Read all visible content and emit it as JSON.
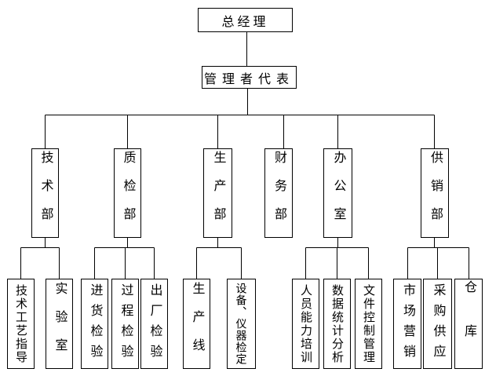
{
  "colors": {
    "line": "#000000",
    "text": "#000000",
    "background": "#ffffff"
  },
  "root": {
    "label": "总经理"
  },
  "representative": {
    "label": "管理者代表"
  },
  "departments": [
    {
      "label": "技术部",
      "children": [
        "技术工艺指导",
        "实验室"
      ]
    },
    {
      "label": "质检部",
      "children": [
        "进货检验",
        "过程检验",
        "出厂检验"
      ]
    },
    {
      "label": "生产部",
      "children": [
        "生产线",
        "设备、仪器检定"
      ]
    },
    {
      "label": "财务部",
      "children": []
    },
    {
      "label": "办公室",
      "children": [
        "人员能力培训",
        "数据统计分析",
        "文件控制管理"
      ]
    },
    {
      "label": "供销部",
      "children": [
        "市场营销",
        "采购供应",
        "仓库"
      ]
    }
  ]
}
